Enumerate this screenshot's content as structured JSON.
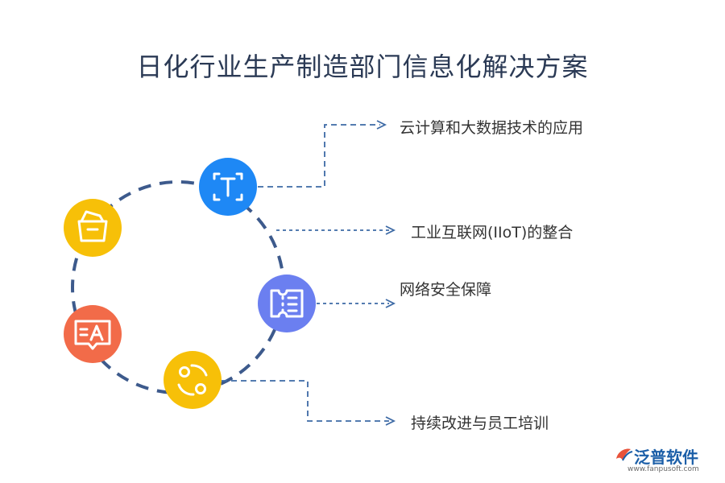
{
  "title": "日化行业生产制造部门信息化解决方案",
  "items": [
    {
      "label": "云计算和大数据技术的应用",
      "icon": "text-frame-icon",
      "color": "#1e88f5"
    },
    {
      "label": "工业互联网(IIoT)的整合",
      "icon": "none",
      "color": ""
    },
    {
      "label": "网络安全保障",
      "icon": "ticket-list-icon",
      "color": "#6b7ff0"
    },
    {
      "label": "持续改进与员工培训",
      "icon": "cycle-nodes-icon",
      "color": "#f7c008"
    }
  ],
  "side_icons": [
    {
      "icon": "shopping-bag-icon",
      "color": "#f7c008"
    },
    {
      "icon": "message-translate-icon",
      "color": "#f26b49"
    }
  ],
  "colors": {
    "connector": "#3d6aa5",
    "ring": "#3d5a8c",
    "title": "#2b3a55"
  },
  "watermark": {
    "brand": "泛普软件",
    "url": "www.fanpusoft.com"
  }
}
